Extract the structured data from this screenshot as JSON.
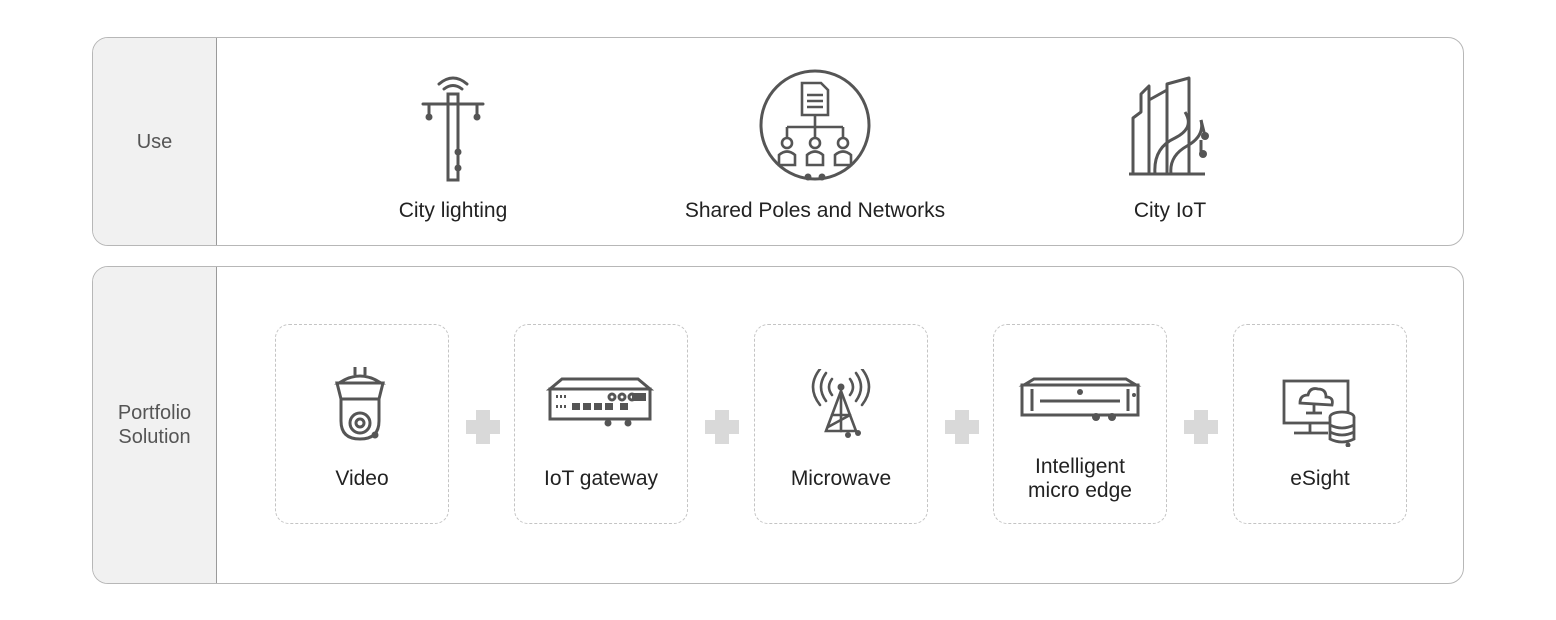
{
  "use_section": {
    "label": "Use",
    "items": [
      {
        "label": "City lighting",
        "icon": "street-light-icon"
      },
      {
        "label": "Shared Poles and Networks",
        "icon": "shared-network-icon"
      },
      {
        "label": "City IoT",
        "icon": "city-buildings-icon"
      }
    ]
  },
  "portfolio_section": {
    "label_line1": "Portfolio",
    "label_line2": "Solution",
    "items": [
      {
        "label": "Video",
        "icon": "dome-camera-icon"
      },
      {
        "label": "IoT gateway",
        "icon": "gateway-device-icon"
      },
      {
        "label": "Microwave",
        "icon": "microwave-tower-icon"
      },
      {
        "label_line1": "Intelligent",
        "label_line2": "micro edge",
        "icon": "server-rack-icon"
      },
      {
        "label": "eSight",
        "icon": "monitor-database-icon"
      }
    ],
    "separator": "plus-icon"
  },
  "colors": {
    "icon": "#555555",
    "border": "#b7b7b7",
    "side_bg": "#f1f1f1",
    "plus": "#d9d9d9"
  }
}
